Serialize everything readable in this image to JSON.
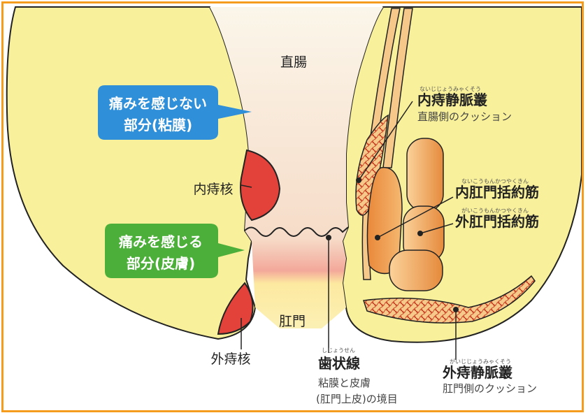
{
  "labels": {
    "rectum": "直腸",
    "anus": "肛門",
    "no_pain_zone": {
      "line1": "痛みを感じない",
      "line2": "部分(粘膜)"
    },
    "pain_zone": {
      "line1": "痛みを感じる",
      "line2": "部分(皮膚)"
    },
    "internal_hemorrhoid_core": "内痔核",
    "external_hemorrhoid_core": "外痔核",
    "internal_venous_plexus": {
      "ruby": "ないじじょうみゃくそう",
      "title": "内痔静脈叢",
      "caption": "直腸側のクッション"
    },
    "internal_sphincter": {
      "ruby": "ないこうもんかつやくきん",
      "title": "内肛門括約筋"
    },
    "external_sphincter": {
      "ruby": "がいこうもんかつやくきん",
      "title": "外肛門括約筋"
    },
    "dentate_line": {
      "ruby": "しじょうせん",
      "title": "歯状線",
      "caption1": "粘膜と皮膚",
      "caption2": "(肛門上皮)の境目"
    },
    "external_venous_plexus": {
      "ruby": "がいじじょうみゃくそう",
      "title": "外痔静脈叢",
      "caption": "肛門側のクッション"
    }
  },
  "colors": {
    "frame": "#f59b1e",
    "tissue": "#f8f09a",
    "tissue_outline": "#222222",
    "lumen": "#fbf3df",
    "mucosa_red": "#e2423a",
    "muscle_orange": "#f0a35a",
    "callout_blue": "#2f8fd8",
    "callout_green": "#4caf3a"
  }
}
